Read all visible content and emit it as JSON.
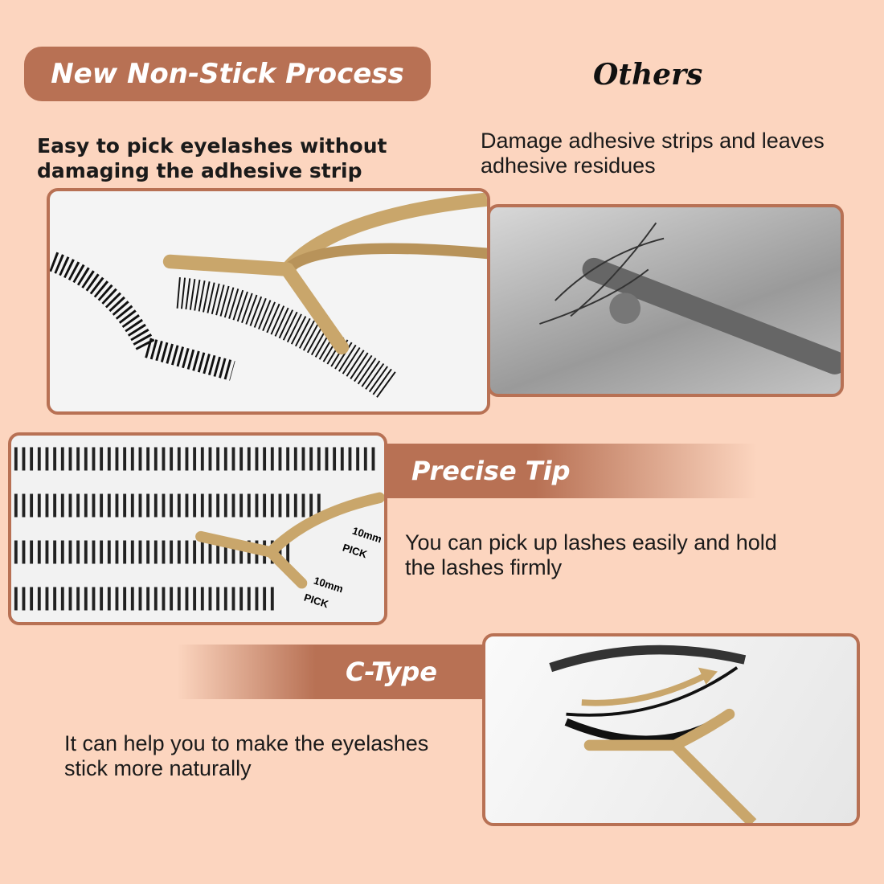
{
  "header": {
    "new_process_title": "New Non-Stick Process",
    "others_title": "Others"
  },
  "new_process": {
    "description": "Easy to pick eyelashes without damaging the adhesive strip"
  },
  "others": {
    "description": "Damage adhesive strips and leaves adhesive residues"
  },
  "precise_tip": {
    "title": "Precise Tip",
    "description": "You can pick up lashes easily and hold the lashes firmly",
    "tray_labels": [
      "10mm",
      "PICK",
      "10mm",
      "PICK"
    ]
  },
  "c_type": {
    "title": "C-Type",
    "description": "It can help you to make the eyelashes stick more naturally"
  },
  "colors": {
    "background": "#fcd5bf",
    "accent": "#b87154",
    "gold": "#c9a66b"
  }
}
